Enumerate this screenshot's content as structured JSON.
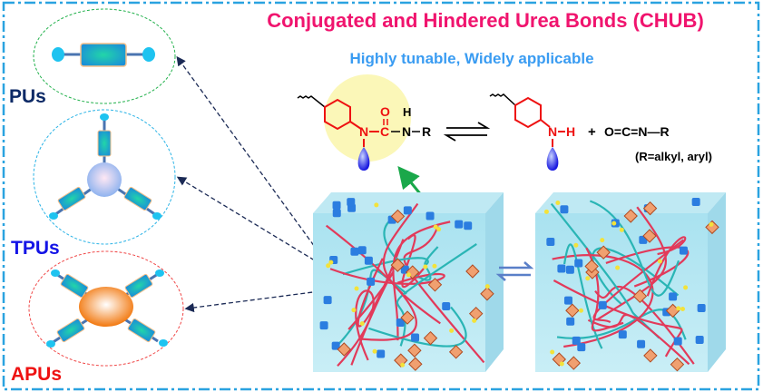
{
  "title": "Conjugated and Hindered Urea Bonds (CHUB)",
  "subtitle": "Highly tunable, Widely applicable",
  "labels": {
    "pu": "PUs",
    "tpu": "TPUs",
    "apu": "APUs"
  },
  "scheme": {
    "atoms": {
      "N": "N",
      "C": "C",
      "O": "O",
      "H": "H",
      "R": "R"
    },
    "isocyanate": "O=C=N—R",
    "plus": "+",
    "note": "(R=alkyl, aryl)"
  },
  "colors": {
    "title": "#f0146e",
    "subtitle": "#3a9cf2",
    "pu": "#0d2a66",
    "tpu": "#1414e6",
    "apu": "#ee1111",
    "red": "#ee1111",
    "highlight": "#fbf7b8",
    "border": "#2aa3e0"
  }
}
